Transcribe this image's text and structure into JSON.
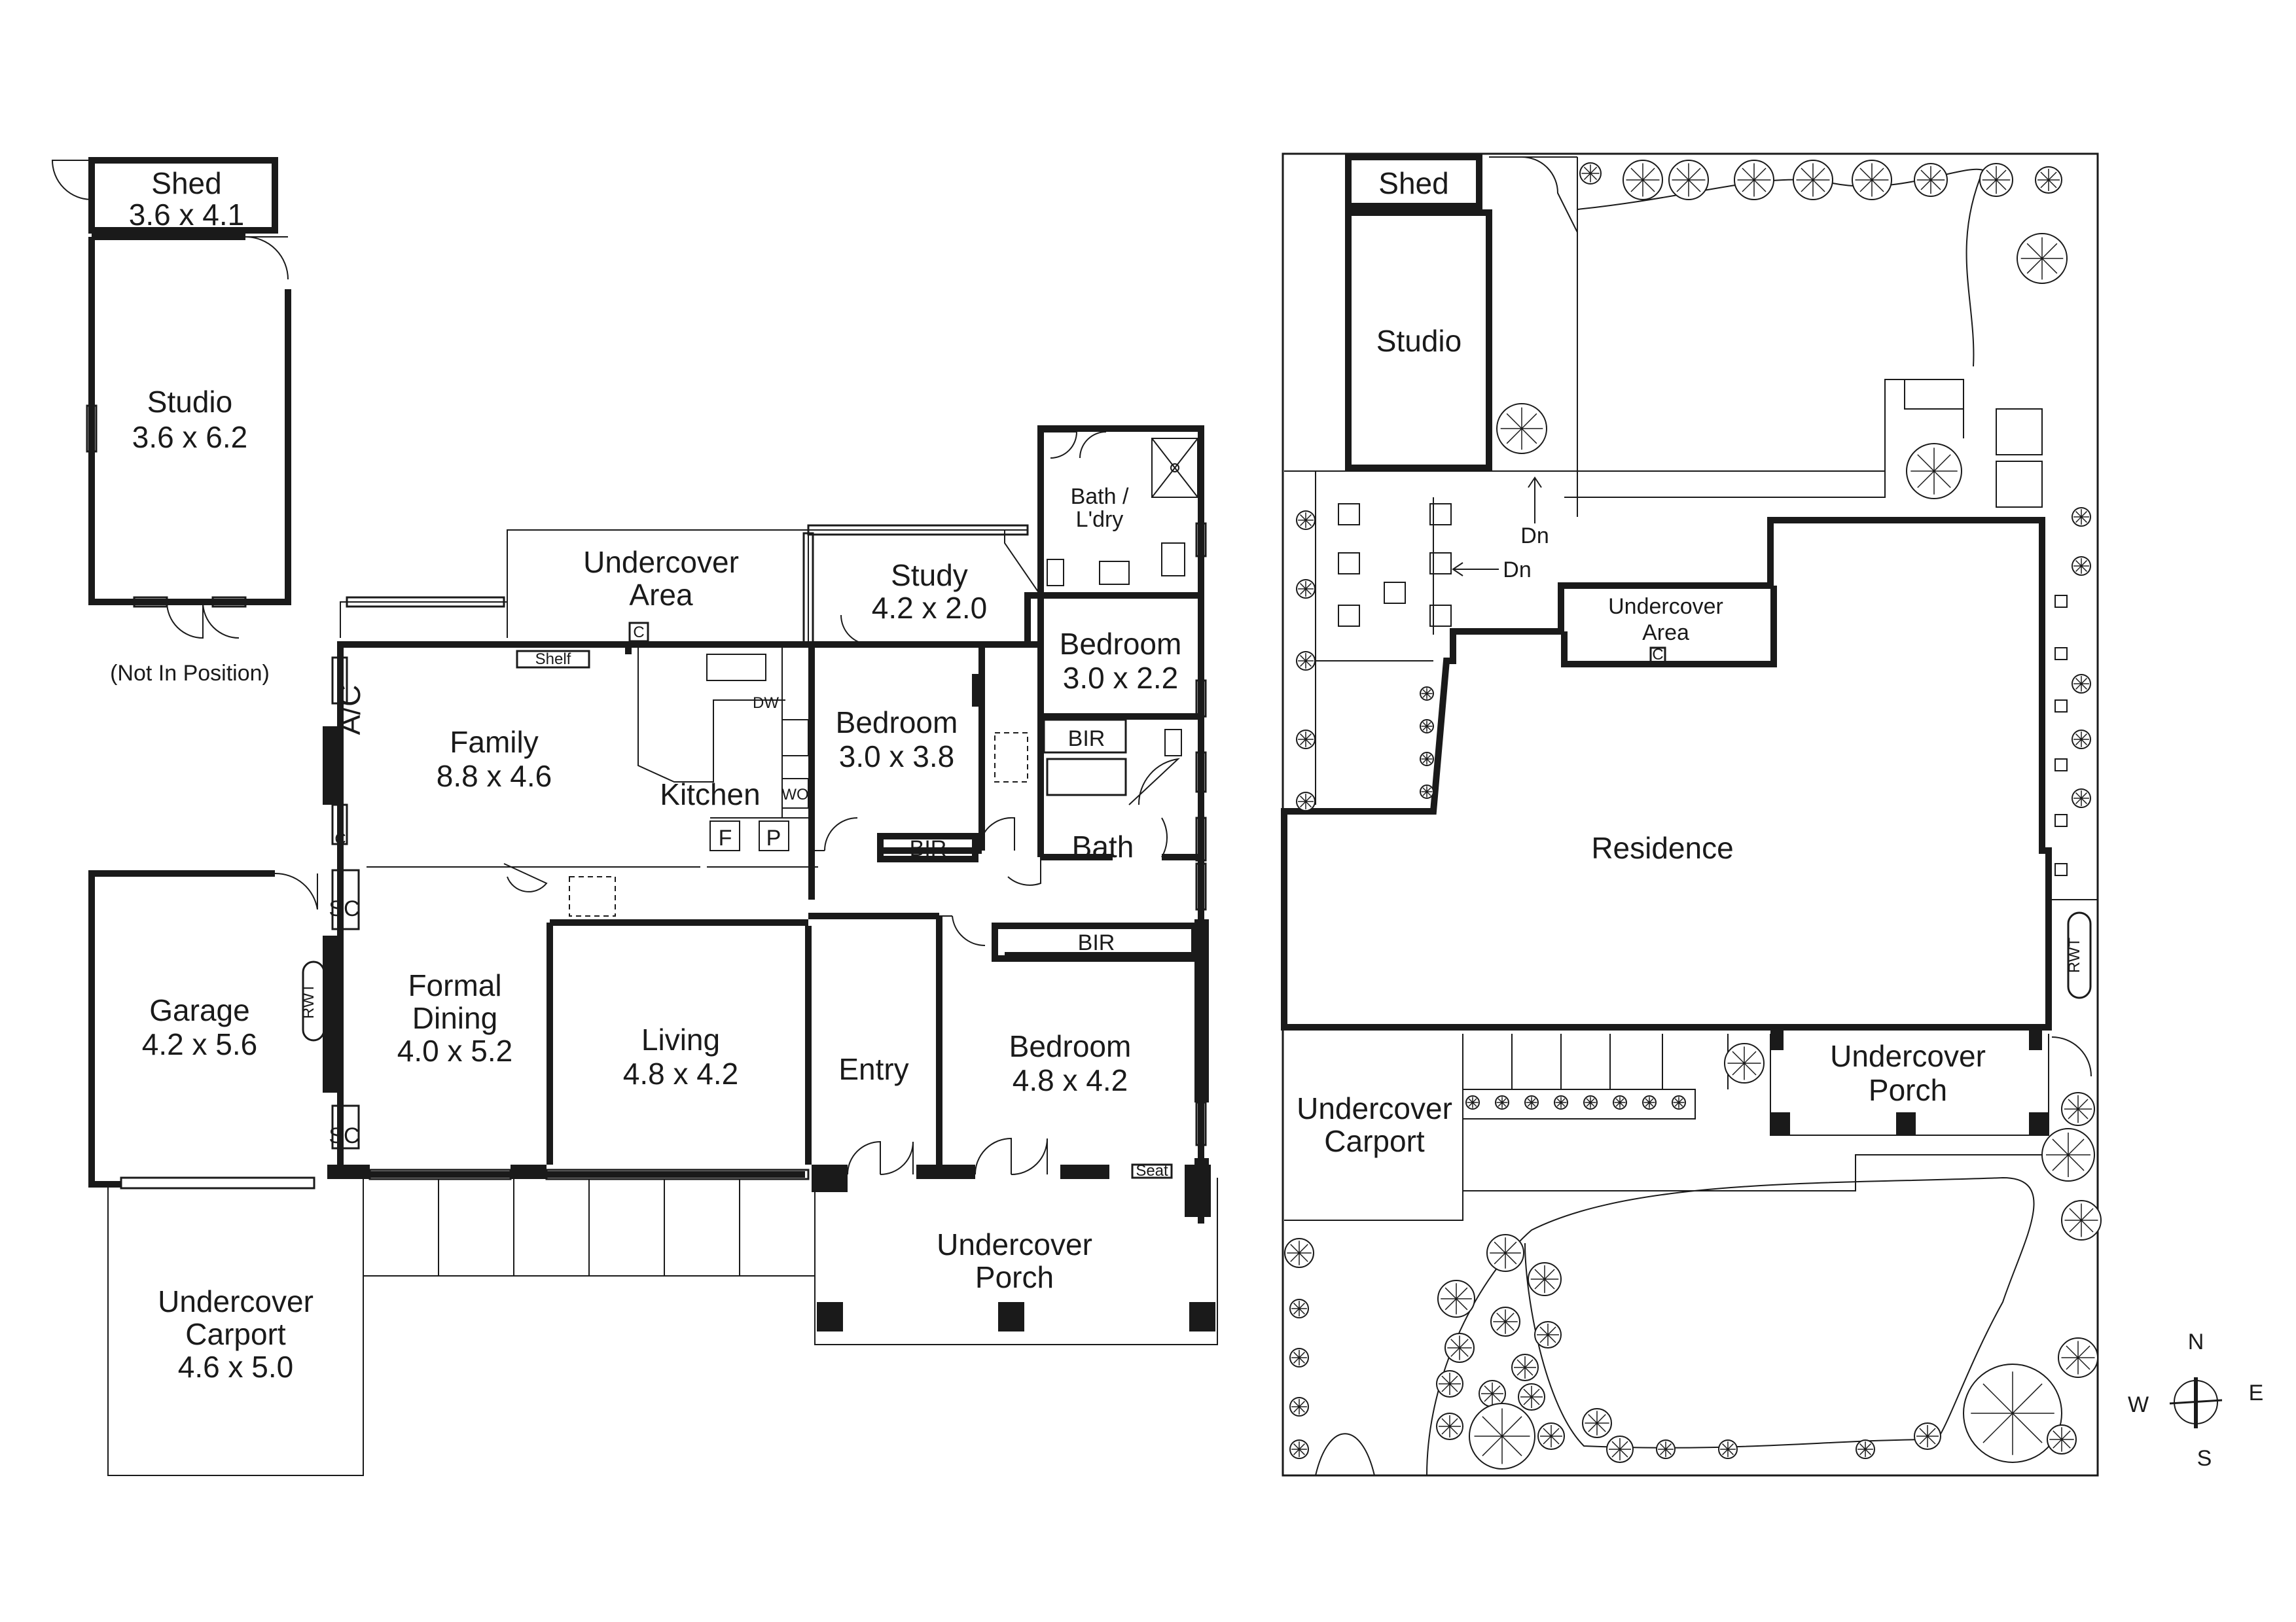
{
  "floorplan": {
    "shed": {
      "name": "Shed",
      "dims": "3.6 x 4.1"
    },
    "studio": {
      "name": "Studio",
      "dims": "3.6 x 6.2",
      "note": "(Not In Position)"
    },
    "undercover_area": {
      "line1": "Undercover",
      "line2": "Area"
    },
    "study": {
      "name": "Study",
      "dims": "4.2 x 2.0"
    },
    "bath_laundry": {
      "line1": "Bath /",
      "line2": "L'dry"
    },
    "bedroom_small": {
      "name": "Bedroom",
      "dims": "3.0 x 2.2"
    },
    "family": {
      "name": "Family",
      "dims": "8.8 x 4.6"
    },
    "kitchen": {
      "name": "Kitchen"
    },
    "bedroom_mid": {
      "name": "Bedroom",
      "dims": "3.0 x 3.8"
    },
    "bath": {
      "name": "Bath"
    },
    "garage": {
      "name": "Garage",
      "dims": "4.2 x 5.6"
    },
    "formal_dining": {
      "line1": "Formal",
      "line2": "Dining",
      "dims": "4.0 x 5.2"
    },
    "living": {
      "name": "Living",
      "dims": "4.8 x 4.2"
    },
    "entry": {
      "name": "Entry"
    },
    "bedroom_main": {
      "name": "Bedroom",
      "dims": "4.8 x 4.2"
    },
    "undercover_porch": {
      "line1": "Undercover",
      "line2": "Porch"
    },
    "undercover_carport": {
      "line1": "Undercover",
      "line2": "Carport",
      "dims": "4.6 x 5.0"
    },
    "abbrev": {
      "ac": "A/C",
      "shelf": "Shelf",
      "c": "C",
      "dw": "DW",
      "wo": "WO",
      "f": "F",
      "p": "P",
      "bir": "BIR",
      "sc": "SC",
      "rwt": "RWT",
      "seat": "Seat"
    }
  },
  "siteplan": {
    "shed": "Shed",
    "studio": "Studio",
    "dn": "Dn",
    "undercover_area": {
      "line1": "Undercover",
      "line2": "Area",
      "c": "C"
    },
    "residence": "Residence",
    "undercover_carport": {
      "line1": "Undercover",
      "line2": "Carport"
    },
    "undercover_porch": {
      "line1": "Undercover",
      "line2": "Porch"
    },
    "rwt": "RWT",
    "compass": {
      "n": "N",
      "s": "S",
      "e": "E",
      "w": "W"
    }
  }
}
